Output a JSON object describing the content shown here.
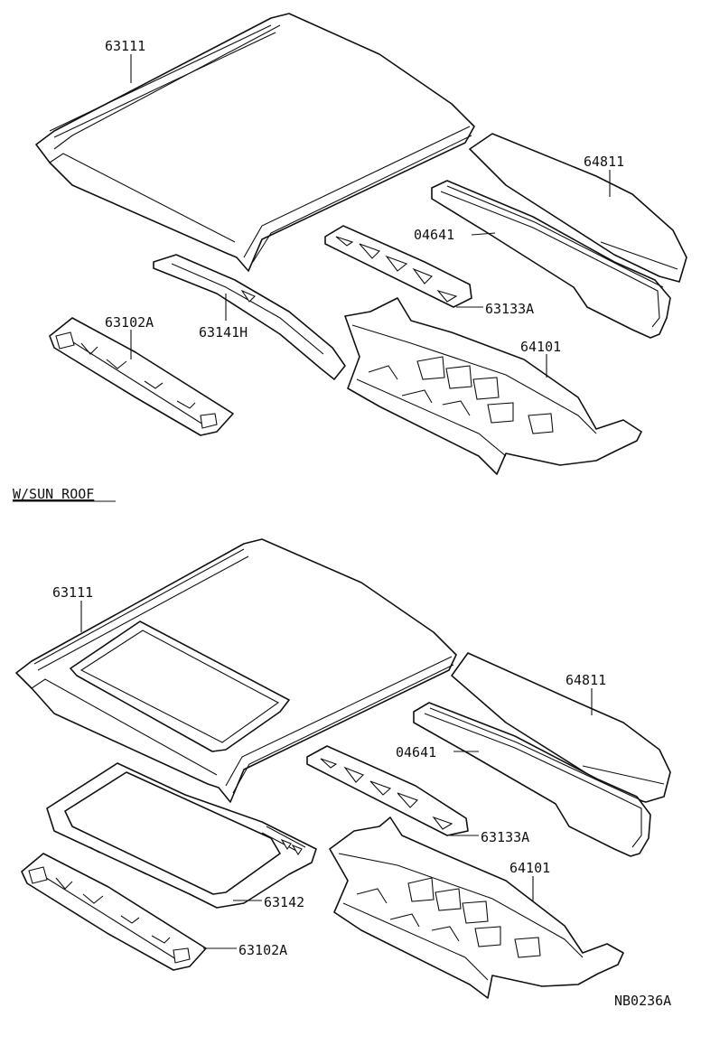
{
  "diagram": {
    "top_group": {
      "labels": {
        "roof_panel": "63111",
        "rail_cover": "64811",
        "weatherstrip": "04641",
        "rear_bow": "63133A",
        "front_header_rail": "63102A",
        "roof_bow": "63141H",
        "rear_shelf_panel": "64101"
      }
    },
    "section_title": "W/SUN ROOF",
    "bottom_group": {
      "labels": {
        "roof_panel": "63111",
        "rail_cover": "64811",
        "weatherstrip": "04641",
        "rear_bow": "63133A",
        "sunroof_reinforcement": "63142",
        "front_header_rail": "63102A",
        "rear_shelf_panel": "64101"
      }
    },
    "drawing_code": "NB0236A"
  }
}
